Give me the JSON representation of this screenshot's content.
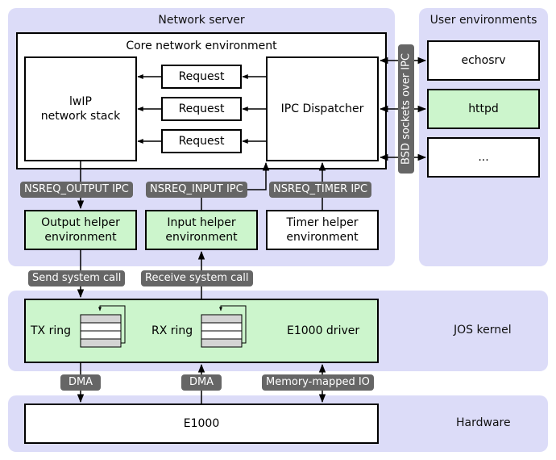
{
  "regions": {
    "network_server": "Network server",
    "user_envs": "User environments",
    "core_net": "Core network environment",
    "jos_kernel": "JOS kernel",
    "hardware": "Hardware"
  },
  "boxes": {
    "lwip": "lwIP\nnetwork stack",
    "request_1": "Request",
    "request_2": "Request",
    "request_3": "Request",
    "ipc_dispatcher": "IPC Dispatcher",
    "echosrv": "echosrv",
    "httpd": "httpd",
    "more": "...",
    "output_helper": "Output helper\nenvironment",
    "input_helper": "Input helper\nenvironment",
    "timer_helper": "Timer helper\nenvironment",
    "e1000": "E1000"
  },
  "driver": {
    "tx_ring": "TX ring",
    "rx_ring": "RX ring",
    "e1000_driver": "E1000 driver"
  },
  "tags": {
    "nsreq_output": "NSREQ_OUTPUT IPC",
    "nsreq_input": "NSREQ_INPUT IPC",
    "nsreq_timer": "NSREQ_TIMER IPC",
    "send_syscall": "Send system call",
    "recv_syscall": "Receive system call",
    "dma_1": "DMA",
    "dma_2": "DMA",
    "mmio": "Memory-mapped IO",
    "bsd_sockets": "BSD sockets over IPC"
  },
  "colors": {
    "region_fill": "#dcdcf8",
    "green_fill": "#ccf5cc",
    "tag_fill": "#666666",
    "ring_slot_fill": "#d4d4d4"
  }
}
